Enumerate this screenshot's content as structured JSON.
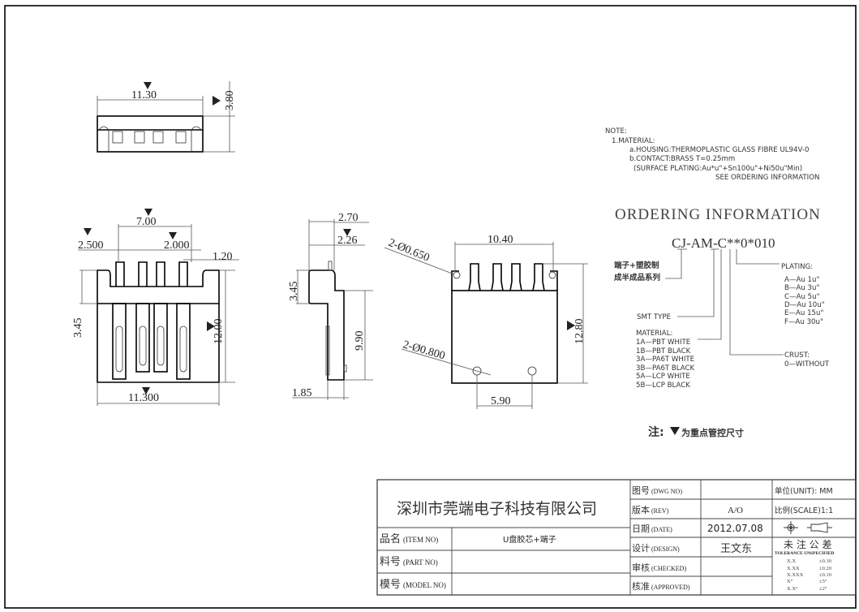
{
  "drawing": {
    "top_view": {
      "width_dim": "11.30",
      "height_dim": "3.80"
    },
    "front_view": {
      "pitch_total": "7.00",
      "left_offset": "2.500",
      "pitch": "2.000",
      "right_offset": "1.20",
      "upper_height": "3.45",
      "total_height": "12.00",
      "total_width": "11.300"
    },
    "side_view": {
      "top_outer": "2.70",
      "top_inner": "2.26",
      "upper_height": "3.45",
      "lower_height": "9.90",
      "bottom_width": "1.85"
    },
    "pcb_view": {
      "span": "10.40",
      "small_holes": "2-Ø0.650",
      "large_holes": "2-Ø0.800",
      "height": "12.80",
      "hole_pitch": "5.90"
    }
  },
  "notes": {
    "title": "NOTE:",
    "material": "1.MATERIAL:",
    "housing": "a.HOUSING:THERMOPLASTIC  GLASS  FIBRE  UL94V-0",
    "contact": "b.CONTACT:BRASS  T=0.25mm",
    "plating": "(SURFACE  PLATING:Au*u\"+Sn100u\"+Ni50u\"Min)",
    "see": "SEE  ORDERING  INFORMATION"
  },
  "ordering": {
    "title": "ORDERING  INFORMATION",
    "code": "CJ-AM-C**0*010",
    "series_line1": "端子+塑胶制",
    "series_line2": "成半成品系列",
    "smt_type": "SMT TYPE",
    "material_title": "MATERIAL:",
    "materials": [
      "1A—PBT WHITE",
      "1B—PBT BLACK",
      "3A—PA6T WHITE",
      "3B—PA6T BLACK",
      "5A—LCP WHITE",
      "5B—LCP BLACK"
    ],
    "plating_title": "PLATING:",
    "platings": [
      "A—Au  1u\"",
      "B—Au  3u\"",
      "C—Au  5u\"",
      "D—Au  10u\"",
      "E—Au  15u\"",
      "F—Au  30u\""
    ],
    "crust_title": "CRUST:",
    "crust_value": "0—WITHOUT"
  },
  "remark": {
    "prefix": "注:",
    "text": "为重点管控尺寸"
  },
  "title_block": {
    "company": "深圳市莞端电子科技有限公司",
    "item_no_label": "品名",
    "item_no_en": "(ITEM NO)",
    "item_no_value": "U盘胶芯+端子",
    "part_no_label": "料号",
    "part_no_en": "(PART NO)",
    "part_no_value": "",
    "model_no_label": "模号",
    "model_no_en": "(MODEL NO)",
    "model_no_value": "",
    "dwg_no_label": "图号",
    "dwg_no_en": "(DWG NO)",
    "dwg_no_value": "",
    "rev_label": "版本",
    "rev_en": "(REV)",
    "rev_value": "A/O",
    "date_label": "日期",
    "date_en": "(DATE)",
    "date_value": "2012.07.08",
    "design_label": "设计",
    "design_en": "(DESIGN)",
    "design_value": "王文东",
    "checked_label": "审核",
    "checked_en": "(CHECKED)",
    "checked_value": "",
    "approved_label": "核准",
    "approved_en": "(APPROVED)",
    "approved_value": "",
    "unit": "单位(UNIT): MM",
    "scale": "比例(SCALE)1:1",
    "tolerance_title": "未 注 公 差",
    "tolerance_sub": "TOLERANCE UNSPECIFIED",
    "tolerances": [
      {
        "k": "X.X",
        "v": "±0.30"
      },
      {
        "k": "X.XX",
        "v": "±0.20"
      },
      {
        "k": "X.XXX",
        "v": "±0.10"
      },
      {
        "k": "X°",
        "v": "±5°"
      },
      {
        "k": "X.X°",
        "v": "±2°"
      }
    ]
  }
}
